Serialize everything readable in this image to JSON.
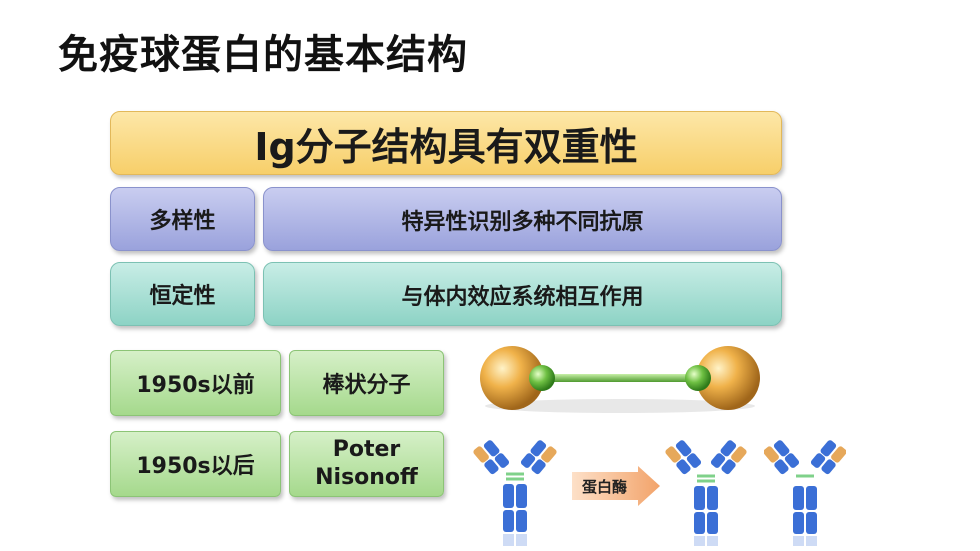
{
  "page": {
    "title": "免疫球蛋白的基本结构"
  },
  "header": {
    "text": "Ig分子结构具有双重性"
  },
  "rows": [
    {
      "label": "多样性",
      "description": "特异性识别多种不同抗原"
    },
    {
      "label": "恒定性",
      "description": "与体内效应系统相互作用"
    }
  ],
  "history": [
    {
      "era": "1950s以前",
      "model": "棒状分子"
    },
    {
      "era": "1950s以后",
      "model_line1": "Poter",
      "model_line2": "Nisonoff"
    }
  ],
  "diagram": {
    "arrow_label": "蛋白酶"
  },
  "colors": {
    "gold": "#f7cf6a",
    "purple": "#9aa2dc",
    "teal": "#8dd3c5",
    "green": "#a5d98c",
    "antibody_blue": "#3b6fd6",
    "antibody_tan": "#e6a85a",
    "arrow": "#f2a36a"
  }
}
